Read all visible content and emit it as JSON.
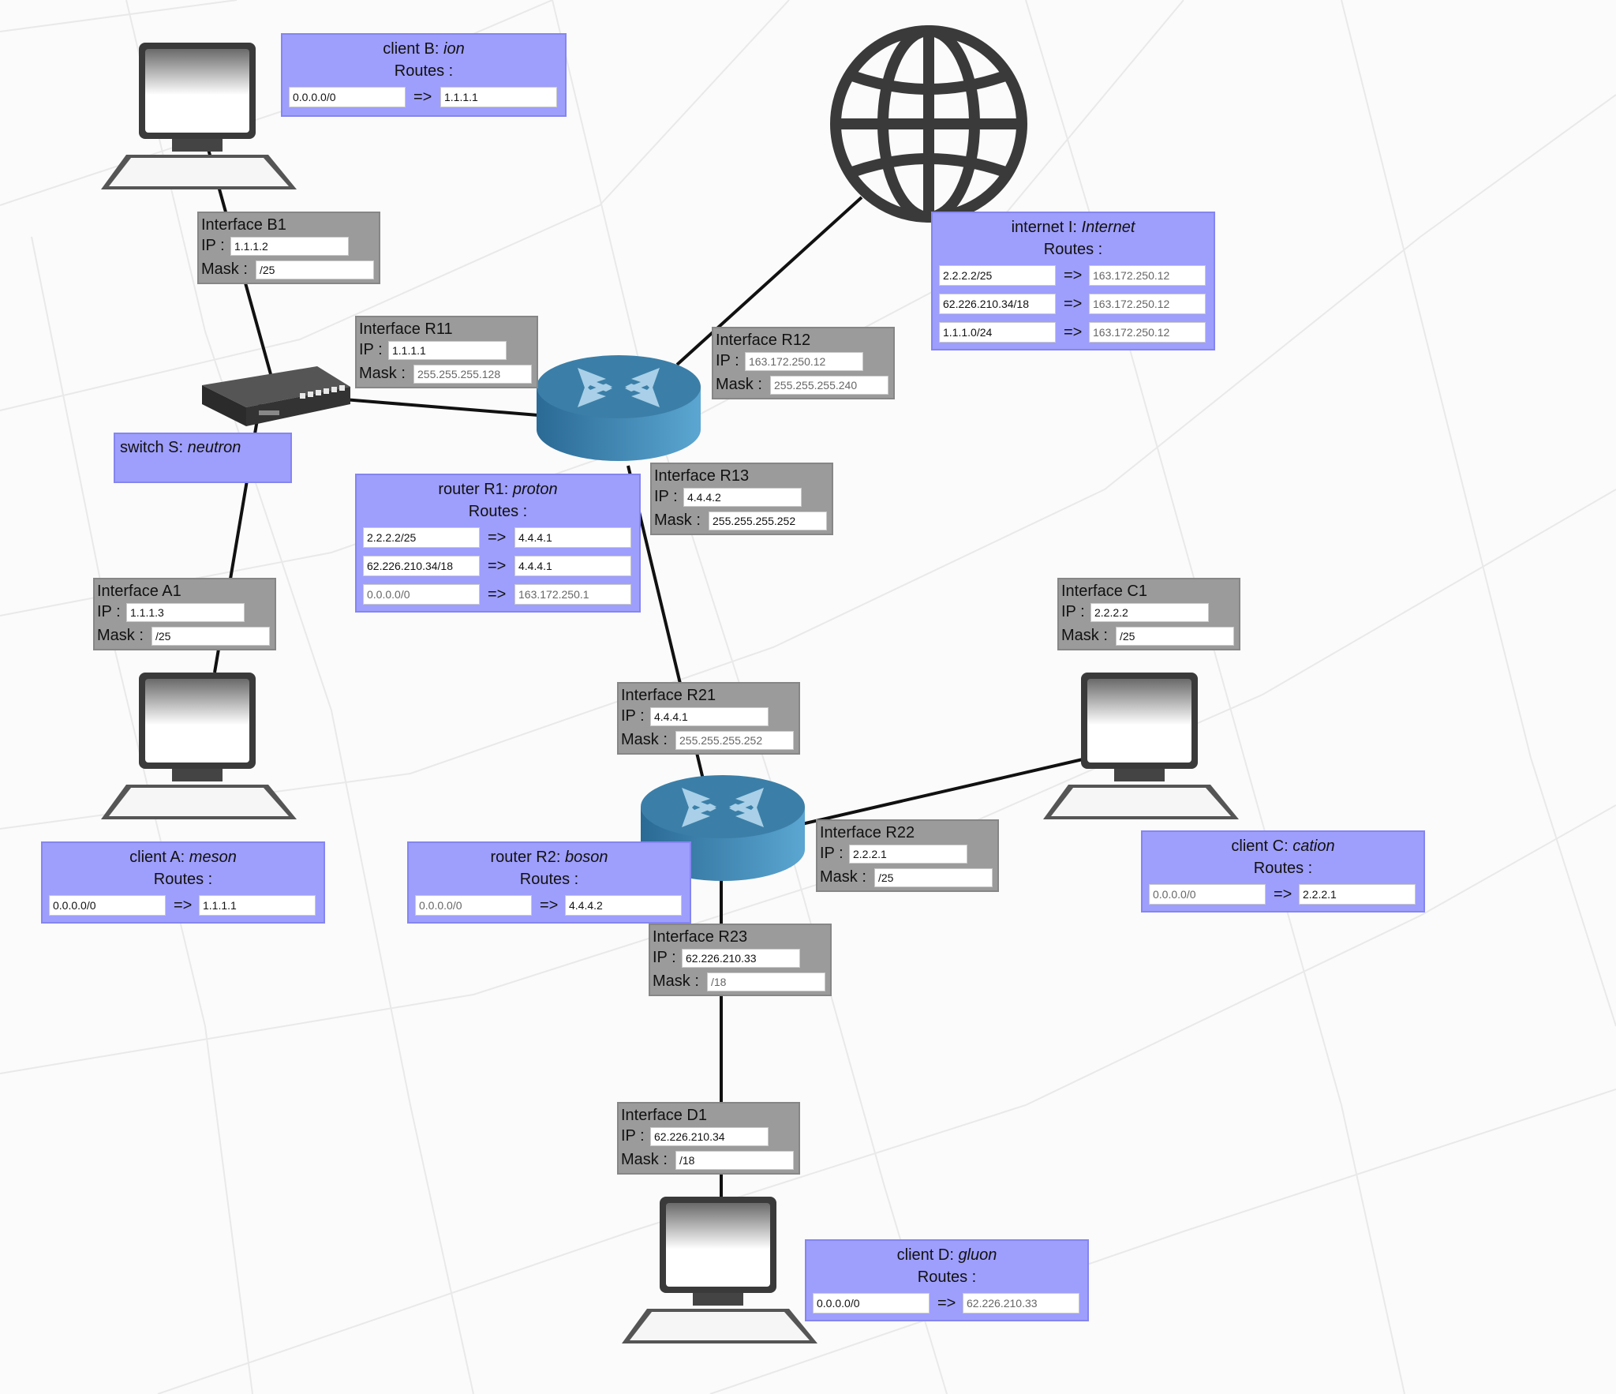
{
  "labels": {
    "routes": "Routes :",
    "arrow": "=>",
    "ip": "IP :",
    "mask": "Mask :"
  },
  "interfaces": {
    "b1": {
      "name": "Interface B1",
      "ip": "1.1.1.2",
      "mask": "/25"
    },
    "r11": {
      "name": "Interface R11",
      "ip": "1.1.1.1",
      "mask": "255.255.255.128"
    },
    "r12": {
      "name": "Interface R12",
      "ip": "163.172.250.12",
      "mask": "255.255.255.240"
    },
    "r13": {
      "name": "Interface R13",
      "ip": "4.4.4.2",
      "mask": "255.255.255.252"
    },
    "a1": {
      "name": "Interface A1",
      "ip": "1.1.1.3",
      "mask": "/25"
    },
    "c1": {
      "name": "Interface C1",
      "ip": "2.2.2.2",
      "mask": "/25"
    },
    "r21": {
      "name": "Interface R21",
      "ip": "4.4.4.1",
      "mask": "255.255.255.252"
    },
    "r22": {
      "name": "Interface R22",
      "ip": "2.2.2.1",
      "mask": "/25"
    },
    "r23": {
      "name": "Interface R23",
      "ip": "62.226.210.33",
      "mask": "/18"
    },
    "d1": {
      "name": "Interface D1",
      "ip": "62.226.210.34",
      "mask": "/18"
    }
  },
  "nodes": {
    "client_b": {
      "kind": "client B: ",
      "name": "ion",
      "routes": [
        {
          "dest": "0.0.0.0/0",
          "via": "1.1.1.1"
        }
      ]
    },
    "internet_i": {
      "kind": "internet I: ",
      "name": "Internet",
      "routes": [
        {
          "dest": "2.2.2.2/25",
          "via": "163.172.250.12"
        },
        {
          "dest": "62.226.210.34/18",
          "via": "163.172.250.12"
        },
        {
          "dest": "1.1.1.0/24",
          "via": "163.172.250.12"
        }
      ]
    },
    "router_r1": {
      "kind": "router R1: ",
      "name": "proton",
      "routes": [
        {
          "dest": "2.2.2.2/25",
          "via": "4.4.4.1"
        },
        {
          "dest": "62.226.210.34/18",
          "via": "4.4.4.1"
        },
        {
          "dest": "0.0.0.0/0",
          "via": "163.172.250.1"
        }
      ]
    },
    "client_a": {
      "kind": "client A: ",
      "name": "meson",
      "routes": [
        {
          "dest": "0.0.0.0/0",
          "via": "1.1.1.1"
        }
      ]
    },
    "router_r2": {
      "kind": "router R2: ",
      "name": "boson",
      "routes": [
        {
          "dest": "0.0.0.0/0",
          "via": "4.4.4.2"
        }
      ]
    },
    "client_c": {
      "kind": "client C: ",
      "name": "cation",
      "routes": [
        {
          "dest": "0.0.0.0/0",
          "via": "2.2.2.1"
        }
      ]
    },
    "client_d": {
      "kind": "client D: ",
      "name": "gluon",
      "routes": [
        {
          "dest": "0.0.0.0/0",
          "via": "62.226.210.33"
        }
      ]
    }
  },
  "switch": {
    "kind": "switch S: ",
    "name": "neutron"
  },
  "colors": {
    "node_fill": "#9e9efc",
    "interface_fill": "#9b9b9b",
    "router": "#3b7fa8",
    "link": "#111111"
  }
}
